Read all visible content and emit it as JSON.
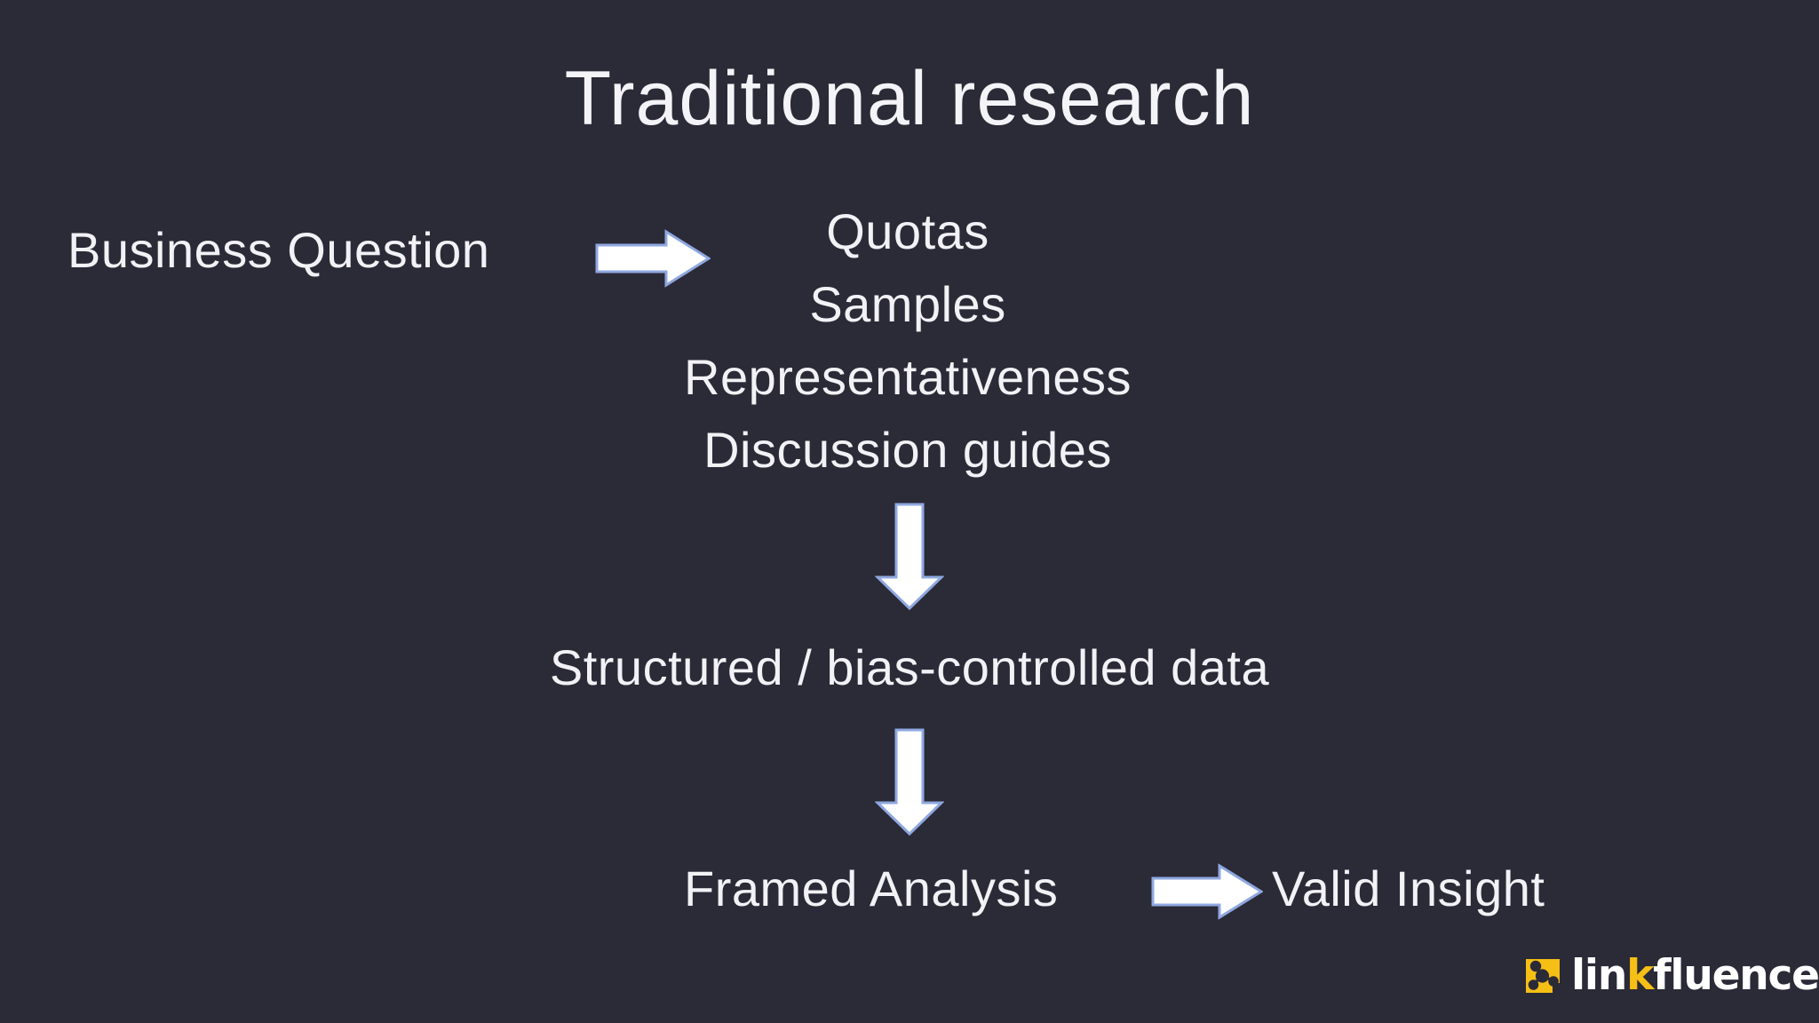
{
  "slide": {
    "title": "Traditional research",
    "background_color": "#2b2a37",
    "text_color": "#f2f1f5"
  },
  "flow": {
    "start_label": "Business Question",
    "arrow_to_criteria": "right-arrow",
    "criteria_lines": [
      "Quotas",
      "Samples",
      "Representativeness",
      "Discussion guides"
    ],
    "arrow_criteria_to_data": "down-arrow",
    "data_label": "Structured / bias-controlled data",
    "arrow_data_to_analysis": "down-arrow",
    "analysis_label": "Framed Analysis",
    "arrow_analysis_to_insight": "right-arrow",
    "insight_label": "Valid Insight"
  },
  "arrow_style": {
    "fill": "#ffffff",
    "stroke": "#8fa8e0"
  },
  "logo": {
    "mark": "linkfluence-network-mark",
    "mark_color": "#f5bf16",
    "text_part_1": "lin",
    "text_part_accent": "k",
    "text_part_2": "fluence",
    "accent_color": "#f5bf16",
    "text_color": "#ffffff"
  }
}
